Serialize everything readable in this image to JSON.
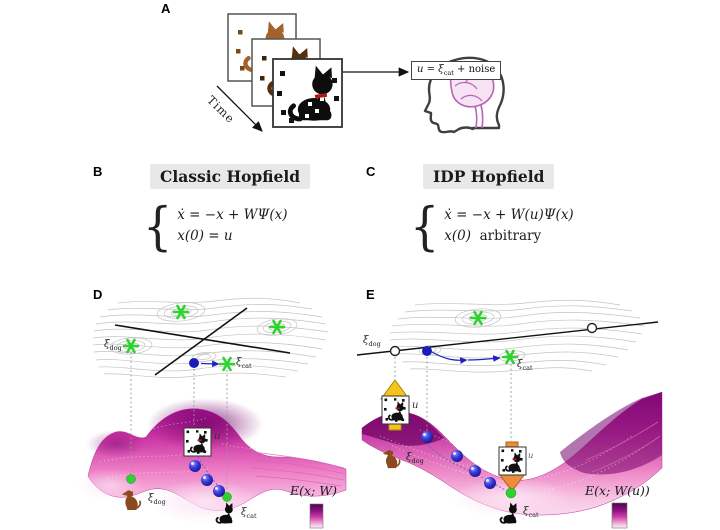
{
  "colors": {
    "surface_dark_magenta": "#930d88",
    "surface_light_pink": "#fbdcef",
    "attractor_green": "#2fd32f",
    "ball_blue": "#1c1cb8",
    "arrow_yellow": "#f5c41c",
    "arrow_orange": "#eb8d3c",
    "brain_pink": "#bb64b3",
    "cat_black": "#111111",
    "dog_brown": "#8a4a1e",
    "heading_bg": "#e8e8e8"
  },
  "panel_a": {
    "label": "A",
    "time_label": "Time",
    "equation": {
      "p1": "u = ξ",
      "sub": "cat",
      "p2": " + noise"
    }
  },
  "panel_b": {
    "label": "B",
    "title": "Classic Hopfield",
    "eq1": "ẋ = −x + WΨ(x)",
    "eq2": "x(0) = u"
  },
  "panel_c": {
    "label": "C",
    "title": "IDP Hopfield",
    "eq1": "ẋ = −x + W(u)Ψ(x)",
    "eq2_math": "x(0)",
    "eq2_text": "arbitrary"
  },
  "panel_d": {
    "label": "D",
    "xi_dog": {
      "base": "ξ",
      "sub": "dog"
    },
    "xi_cat": {
      "base": "ξ",
      "sub": "cat"
    },
    "u_label": "u",
    "energy_label": "E(x; W)"
  },
  "panel_e": {
    "label": "E",
    "xi_dog": {
      "base": "ξ",
      "sub": "dog"
    },
    "xi_cat": {
      "base": "ξ",
      "sub": "cat"
    },
    "u_label_top": "u",
    "u_label_mid": "u",
    "energy_label": "E(x; W(u))"
  }
}
